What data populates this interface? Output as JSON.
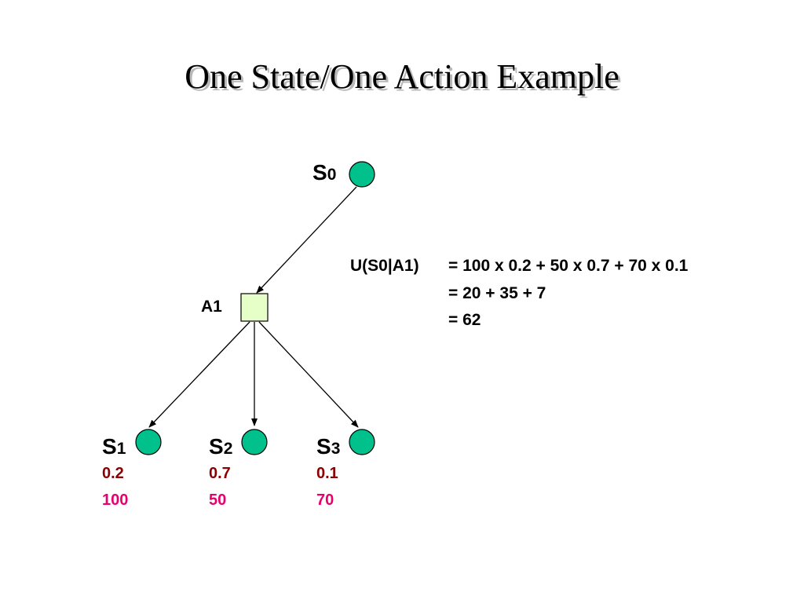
{
  "title": "One State/One Action Example",
  "colors": {
    "state_fill": "#00c08b",
    "action_fill": "#e6ffc8",
    "probability": "#8b0000",
    "utility": "#e8006e"
  },
  "root": {
    "letter": "S",
    "index": "0"
  },
  "action": {
    "label": "A1"
  },
  "outcomes": [
    {
      "letter": "S",
      "index": "1",
      "probability": "0.2",
      "utility": "100"
    },
    {
      "letter": "S",
      "index": "2",
      "probability": "0.7",
      "utility": "50"
    },
    {
      "letter": "S",
      "index": "3",
      "probability": "0.1",
      "utility": "70"
    }
  ],
  "equation": {
    "lhs": "U(S0|A1)",
    "line1": "= 100 x 0.2 + 50 x 0.7 + 70 x 0.1",
    "line2": "= 20 + 35 + 7",
    "line3": "= 62"
  }
}
